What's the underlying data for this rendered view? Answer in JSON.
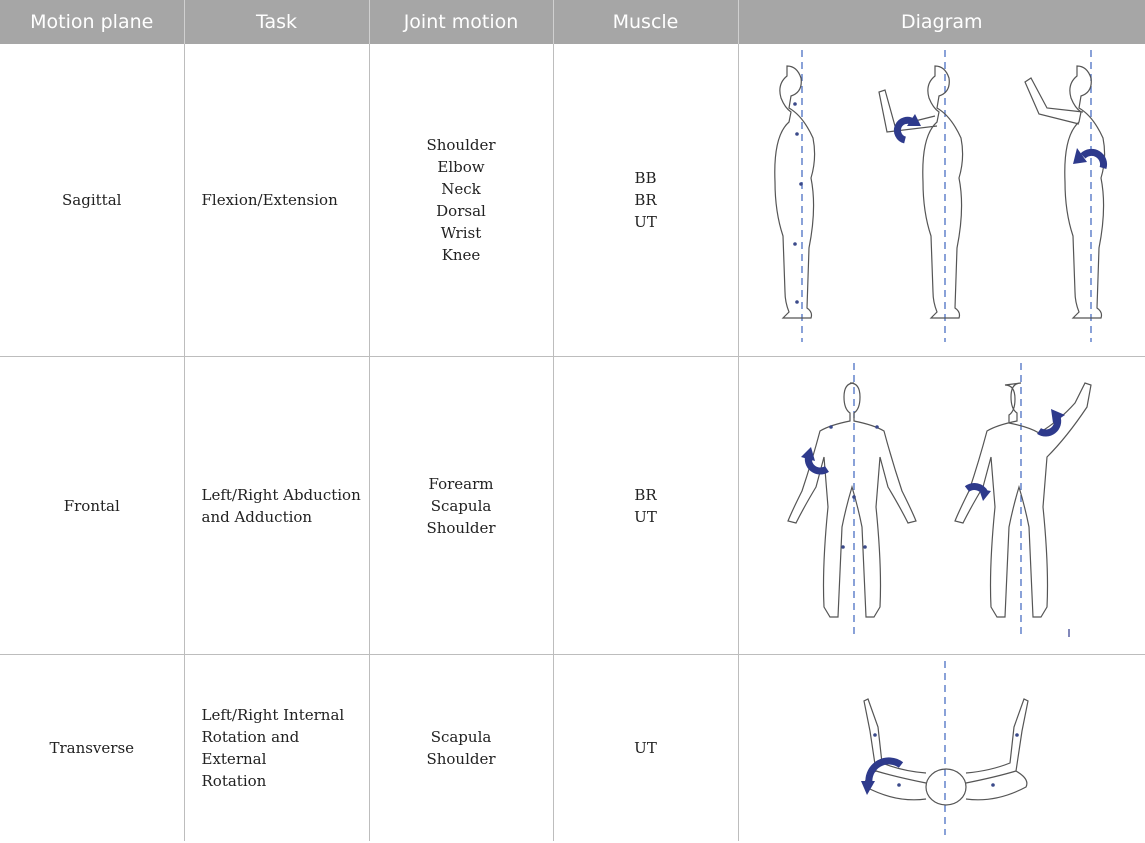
{
  "header": {
    "motion_plane": "Motion plane",
    "task": "Task",
    "joint_motion": "Joint motion",
    "muscle": "Muscle",
    "diagram": "Diagram"
  },
  "rows": [
    {
      "plane": "Sagittal",
      "task": [
        "Flexion/Extension"
      ],
      "joints": [
        "Shoulder",
        "Elbow",
        "Neck",
        "Dorsal",
        "Wrist",
        "Knee"
      ],
      "muscles": [
        "BB",
        "BR",
        "UT"
      ],
      "diagram_icon": "sagittal-figures-diagram"
    },
    {
      "plane": "Frontal",
      "task": [
        "Left/Right Abduction",
        "and Adduction"
      ],
      "joints": [
        "Forearm",
        "Scapula",
        "Shoulder"
      ],
      "muscles": [
        "BR",
        "UT"
      ],
      "diagram_icon": "frontal-figures-diagram"
    },
    {
      "plane": "Transverse",
      "task": [
        "Left/Right Internal",
        "Rotation and External",
        "Rotation"
      ],
      "joints": [
        "Scapula",
        "Shoulder"
      ],
      "muscles": [
        "UT"
      ],
      "diagram_icon": "transverse-top-view-diagram"
    }
  ],
  "colors": {
    "header_bg": "#a6a6a6",
    "axis": "#4a6fc4",
    "arrow": "#2e3a8c"
  }
}
